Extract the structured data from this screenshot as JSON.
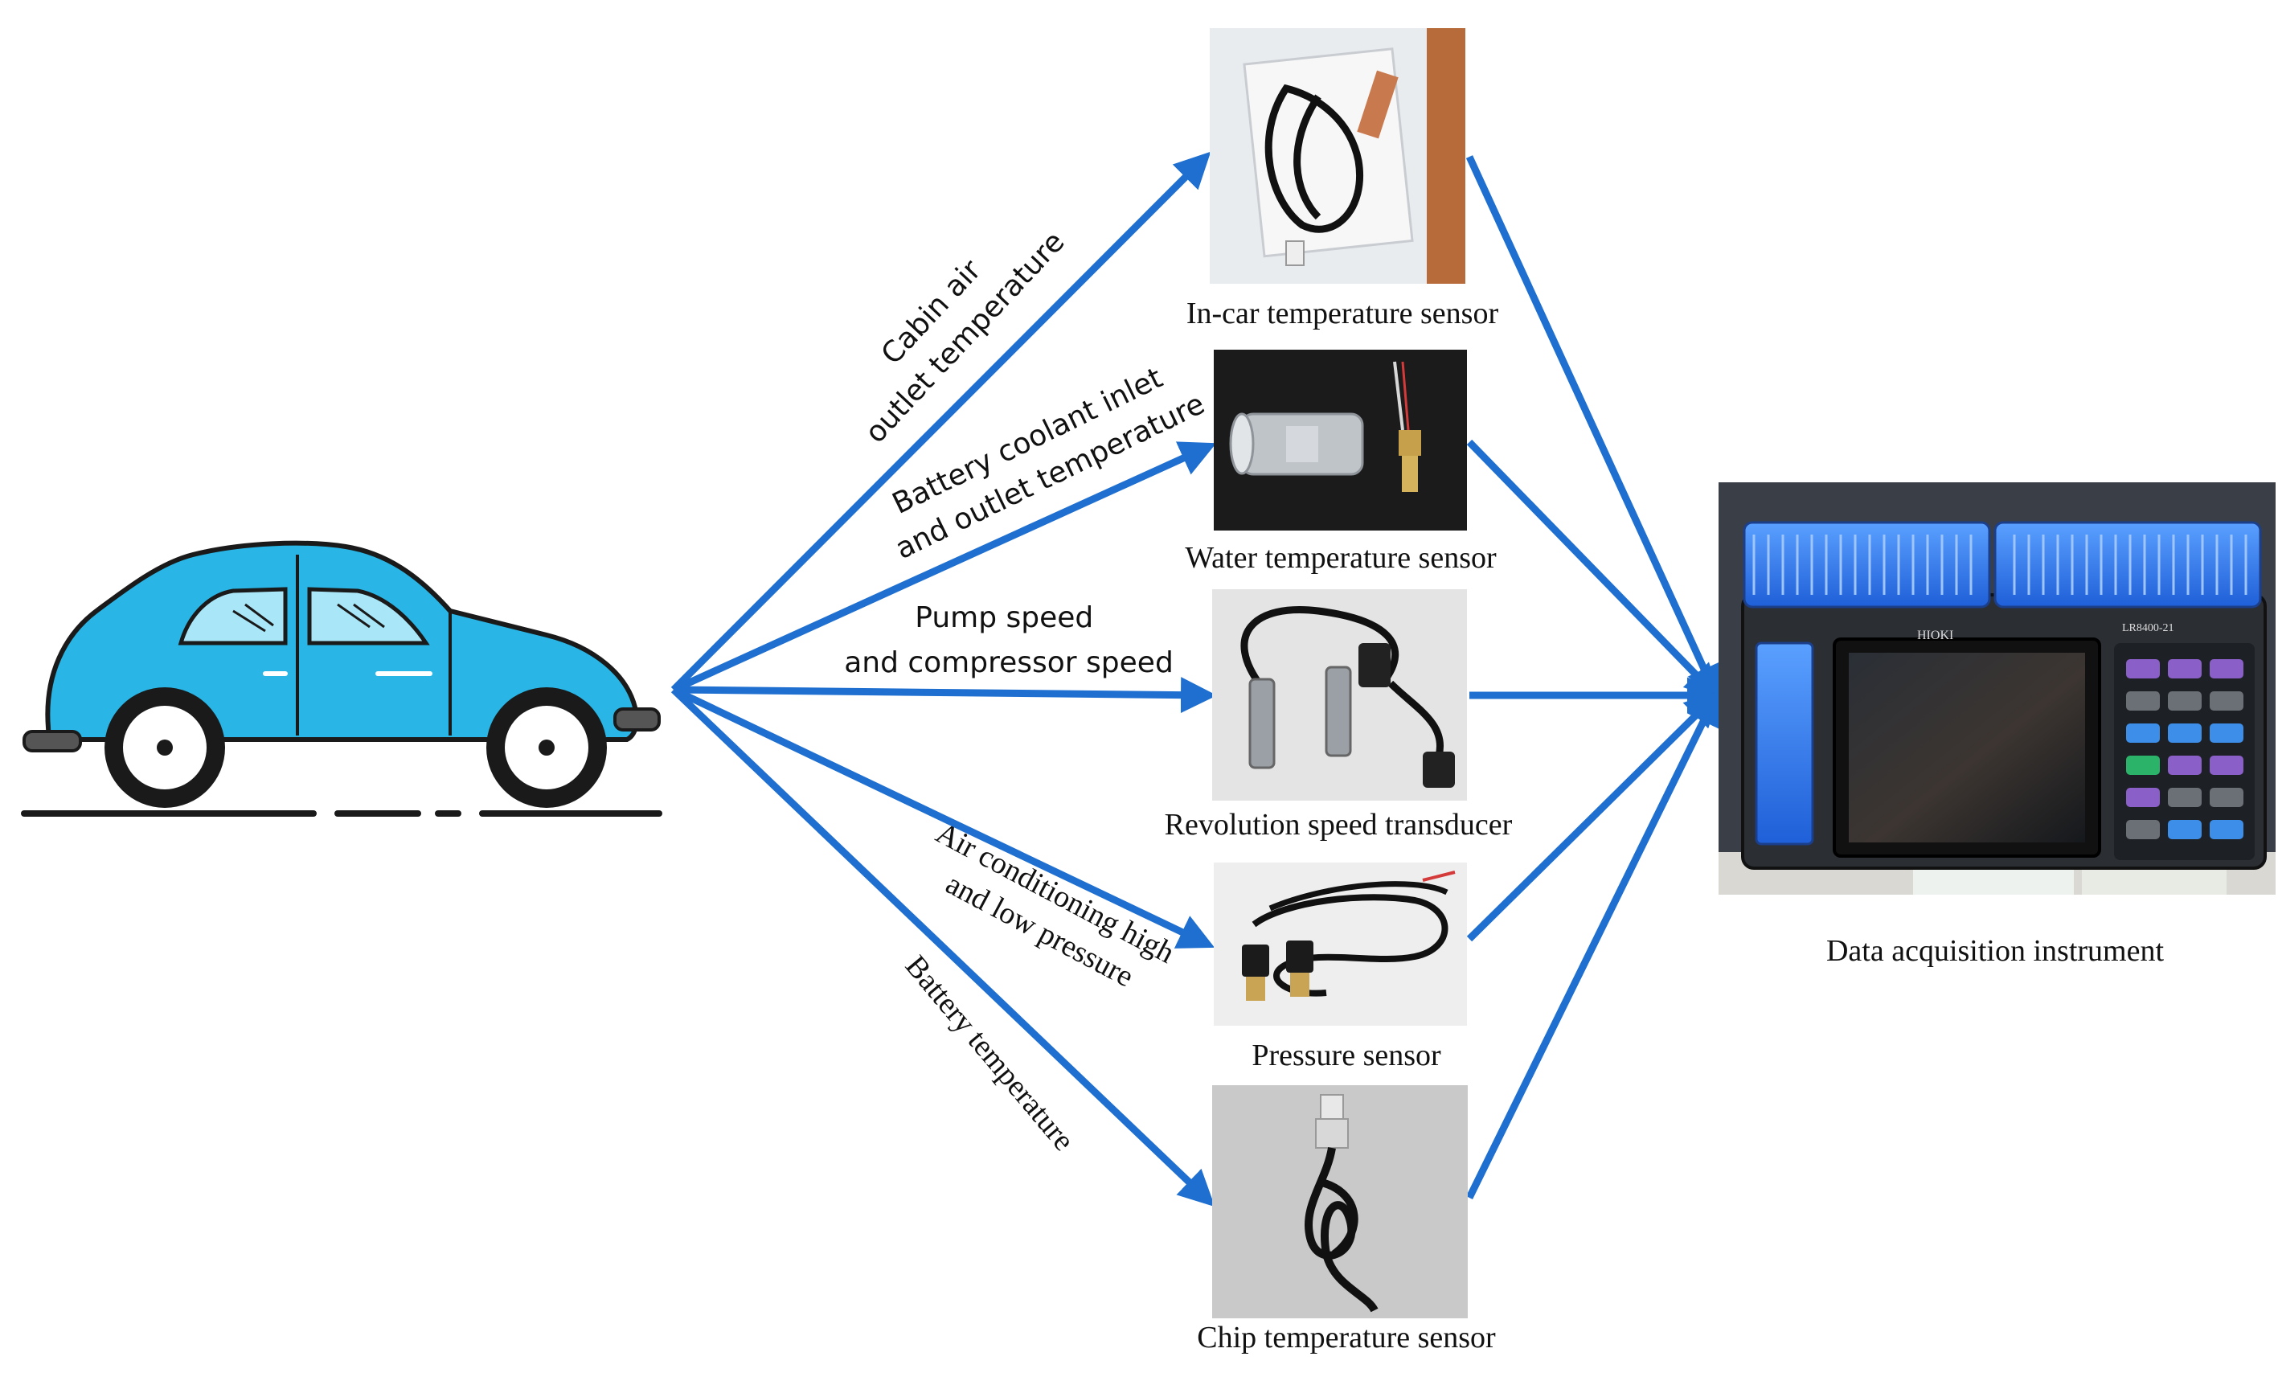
{
  "diagram": {
    "arrow_color": "#1e6fd0",
    "vehicle": {
      "body_color": "#29b6e6",
      "outline_color": "#1a1a1a"
    },
    "connections": [
      {
        "id": "cabin",
        "label_lines": [
          "Cabin air",
          "outlet temperature"
        ]
      },
      {
        "id": "coolant",
        "label_lines": [
          "Battery coolant inlet",
          "and outlet temperature"
        ]
      },
      {
        "id": "speed",
        "label_lines": [
          "Pump speed",
          "and compressor speed"
        ]
      },
      {
        "id": "pressure",
        "label_lines": [
          "Air conditioning high",
          "and low pressure"
        ]
      },
      {
        "id": "battery",
        "label_lines": [
          "Battery temperature"
        ]
      }
    ],
    "sensors": [
      {
        "id": "incar",
        "caption": "In-car temperature sensor",
        "photo_bg": "#e9ecef"
      },
      {
        "id": "water",
        "caption": "Water temperature sensor",
        "photo_bg": "#1b1b1b"
      },
      {
        "id": "revolution",
        "caption": "Revolution speed transducer",
        "photo_bg": "#e4e4e4"
      },
      {
        "id": "pressure",
        "caption": "Pressure sensor",
        "photo_bg": "#eeeeee"
      },
      {
        "id": "chip",
        "caption": "Chip temperature sensor",
        "photo_bg": "#c9c9c9"
      }
    ],
    "instrument": {
      "caption": "Data acquisition instrument",
      "brand": "HIOKI",
      "model": "LR8400-21",
      "photo_bg": "#3a3f47"
    }
  }
}
